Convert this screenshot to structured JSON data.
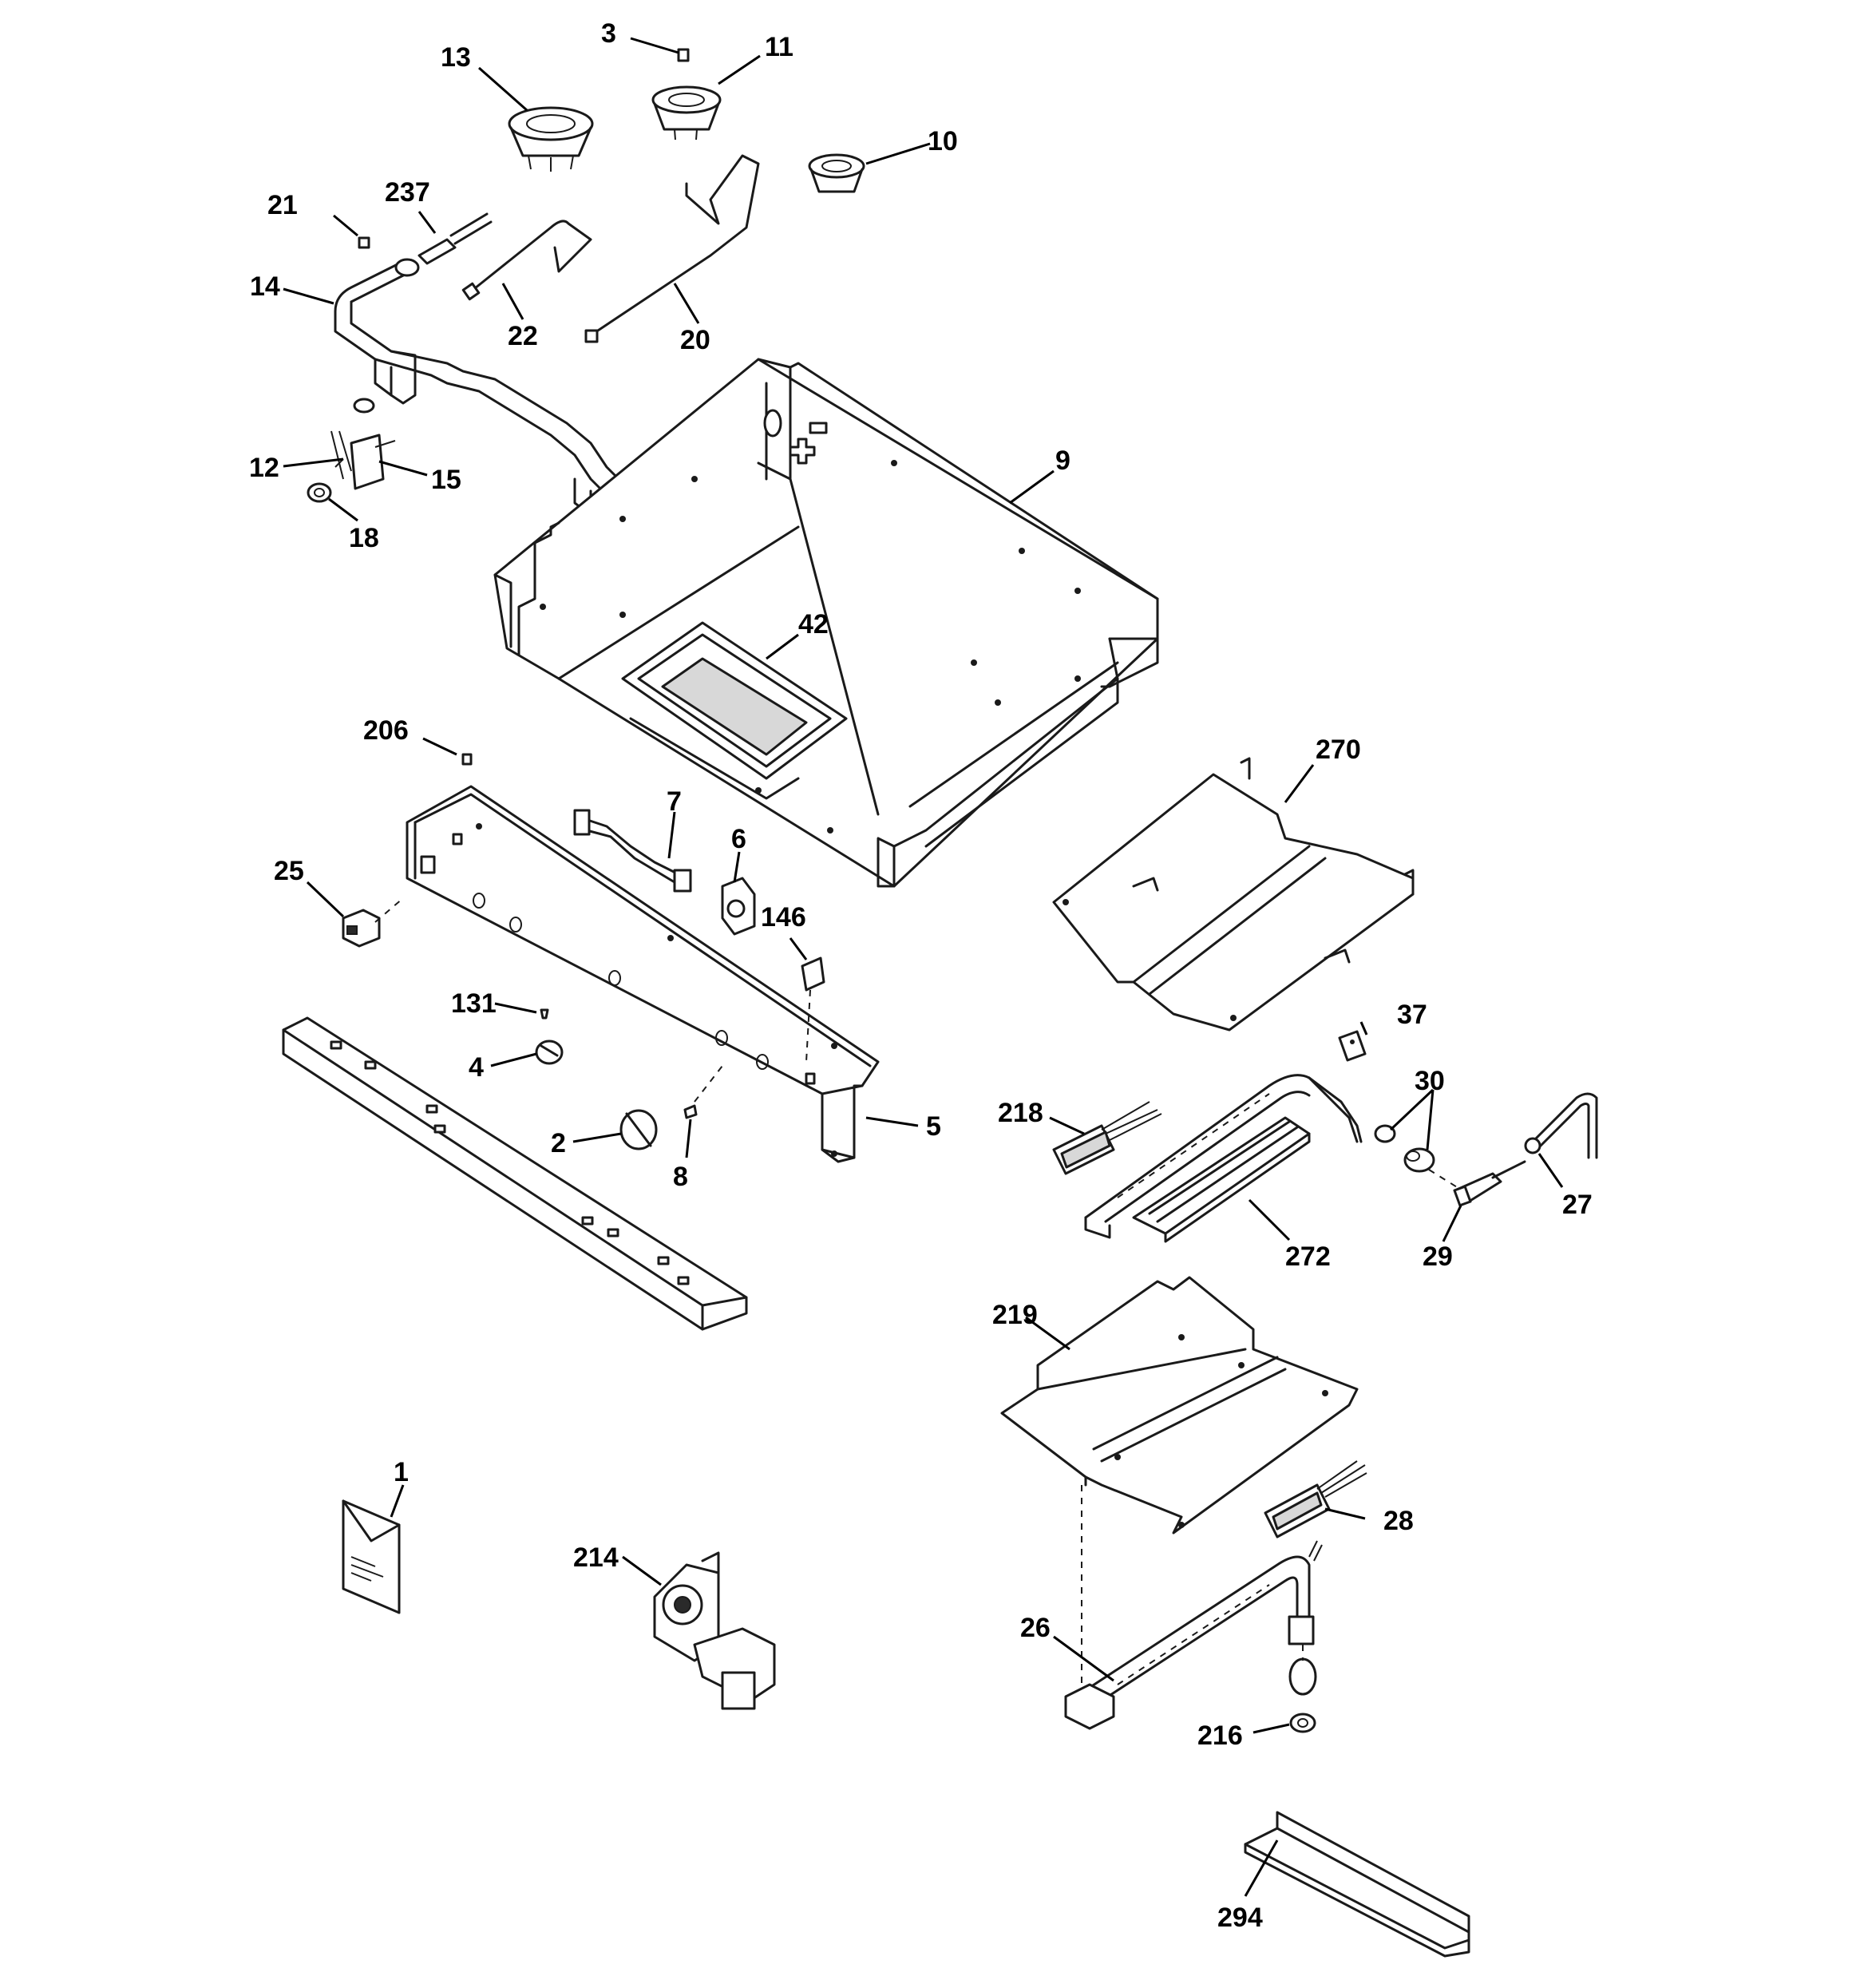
{
  "diagram": {
    "callouts": [
      {
        "id": "c3",
        "label": "3"
      },
      {
        "id": "c11",
        "label": "11"
      },
      {
        "id": "c13",
        "label": "13"
      },
      {
        "id": "c10",
        "label": "10"
      },
      {
        "id": "c21",
        "label": "21"
      },
      {
        "id": "c237",
        "label": "237"
      },
      {
        "id": "c14",
        "label": "14"
      },
      {
        "id": "c22",
        "label": "22"
      },
      {
        "id": "c20",
        "label": "20"
      },
      {
        "id": "c9",
        "label": "9"
      },
      {
        "id": "c12",
        "label": "12"
      },
      {
        "id": "c15",
        "label": "15"
      },
      {
        "id": "c18",
        "label": "18"
      },
      {
        "id": "c42",
        "label": "42"
      },
      {
        "id": "c206",
        "label": "206"
      },
      {
        "id": "c7",
        "label": "7"
      },
      {
        "id": "c6",
        "label": "6"
      },
      {
        "id": "c270",
        "label": "270"
      },
      {
        "id": "c25",
        "label": "25"
      },
      {
        "id": "c146",
        "label": "146"
      },
      {
        "id": "c131",
        "label": "131"
      },
      {
        "id": "c37",
        "label": "37"
      },
      {
        "id": "c4",
        "label": "4"
      },
      {
        "id": "c30",
        "label": "30"
      },
      {
        "id": "c218",
        "label": "218"
      },
      {
        "id": "c2",
        "label": "2"
      },
      {
        "id": "c5",
        "label": "5"
      },
      {
        "id": "c8",
        "label": "8"
      },
      {
        "id": "c27",
        "label": "27"
      },
      {
        "id": "c272",
        "label": "272"
      },
      {
        "id": "c29",
        "label": "29"
      },
      {
        "id": "c219",
        "label": "219"
      },
      {
        "id": "c1",
        "label": "1"
      },
      {
        "id": "c28",
        "label": "28"
      },
      {
        "id": "c214",
        "label": "214"
      },
      {
        "id": "c26",
        "label": "26"
      },
      {
        "id": "c216",
        "label": "216"
      },
      {
        "id": "c294",
        "label": "294"
      }
    ]
  }
}
